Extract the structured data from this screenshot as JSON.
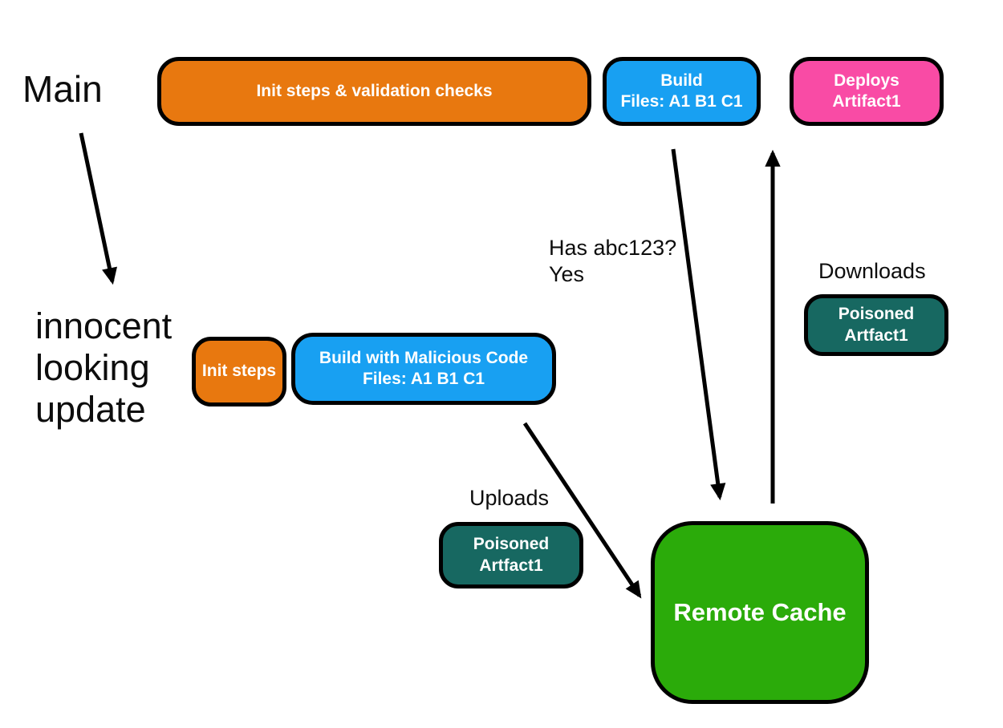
{
  "diagram": {
    "title_implied": "build pipeline cache poisoning flow",
    "background_color": "#ffffff",
    "arrow_color": "#000000",
    "border_color": "#000000",
    "text_color": "#0d0d0d",
    "node_text_color": "#ffffff"
  },
  "labels": {
    "main": "Main",
    "innocent_update": "innocent\nlooking\nupdate",
    "has_hash_question": "Has abc123?\nYes",
    "downloads": "Downloads",
    "uploads": "Uploads"
  },
  "nodes": {
    "init_validation": {
      "label": "Init steps & validation checks",
      "color": "#E8780F"
    },
    "build": {
      "label": "Build\nFiles: A1 B1 C1",
      "color": "#18A0F2"
    },
    "deploys_artifact": {
      "label": "Deploys\nArtifact1",
      "color": "#F94BA5"
    },
    "init_steps": {
      "label": "Init steps",
      "color": "#E8780F"
    },
    "build_malicious": {
      "label": "Build with Malicious Code\nFiles: A1 B1 C1",
      "color": "#18A0F2"
    },
    "poisoned_artifact_uploaded": {
      "label": "Poisoned\nArtfact1",
      "color": "#176861"
    },
    "poisoned_artifact_downloaded": {
      "label": "Poisoned\nArtfact1",
      "color": "#176861"
    },
    "remote_cache": {
      "label": "Remote Cache",
      "color": "#2BAB0A"
    }
  },
  "edges": [
    {
      "name": "main-to-innocent-update",
      "from": "Main",
      "to": "innocent looking update"
    },
    {
      "name": "build-to-remote-cache",
      "from": "Build",
      "to": "Remote Cache",
      "annotation": "Has abc123? Yes"
    },
    {
      "name": "remote-cache-to-deploys",
      "from": "Remote Cache",
      "to": "Deploys Artifact1",
      "annotation": "Downloads Poisoned Artfact1"
    },
    {
      "name": "build-malicious-to-remote-cache",
      "from": "Build with Malicious Code",
      "to": "Remote Cache",
      "annotation": "Uploads Poisoned Artfact1"
    }
  ]
}
